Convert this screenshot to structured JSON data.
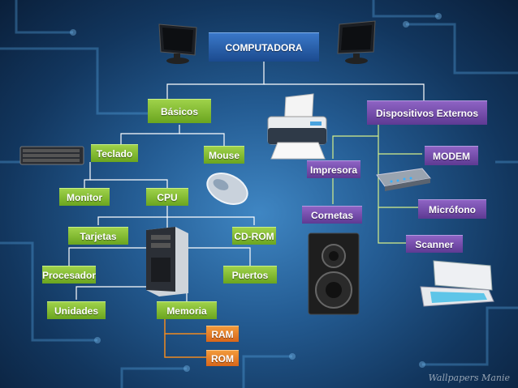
{
  "diagram": {
    "root": "COMPUTADORA",
    "basicos": "Básicos",
    "teclado": "Teclado",
    "mouse": "Mouse",
    "monitor": "Monitor",
    "cpu": "CPU",
    "tarjetas": "Tarjetas",
    "cdrom": "CD-ROM",
    "procesador": "Procesador",
    "puertos": "Puertos",
    "unidades": "Unidades",
    "memoria": "Memoria",
    "ram": "RAM",
    "rom": "ROM",
    "externos": "Dispositivos Externos",
    "impresora": "Impresora",
    "cornetas": "Cornetas",
    "modem": "MODEM",
    "microfono": "Micrófono",
    "scanner": "Scanner"
  },
  "images": [
    "monitor-icon",
    "printer-icon",
    "keyboard-icon",
    "mouse-icon",
    "cpu-tower-icon",
    "speaker-icon",
    "modem-icon",
    "scanner-icon"
  ],
  "watermark": "Wallpapers Manie",
  "colors": {
    "background": "#245c93",
    "basic_nodes": "#7fbd2f",
    "external_nodes": "#6d47a8",
    "root": "#2a64b0",
    "memory_items": "#e9802a",
    "connector_basic": "#ffffff",
    "connector_external": "#d6f08a",
    "connector_memory": "#f08a20"
  }
}
